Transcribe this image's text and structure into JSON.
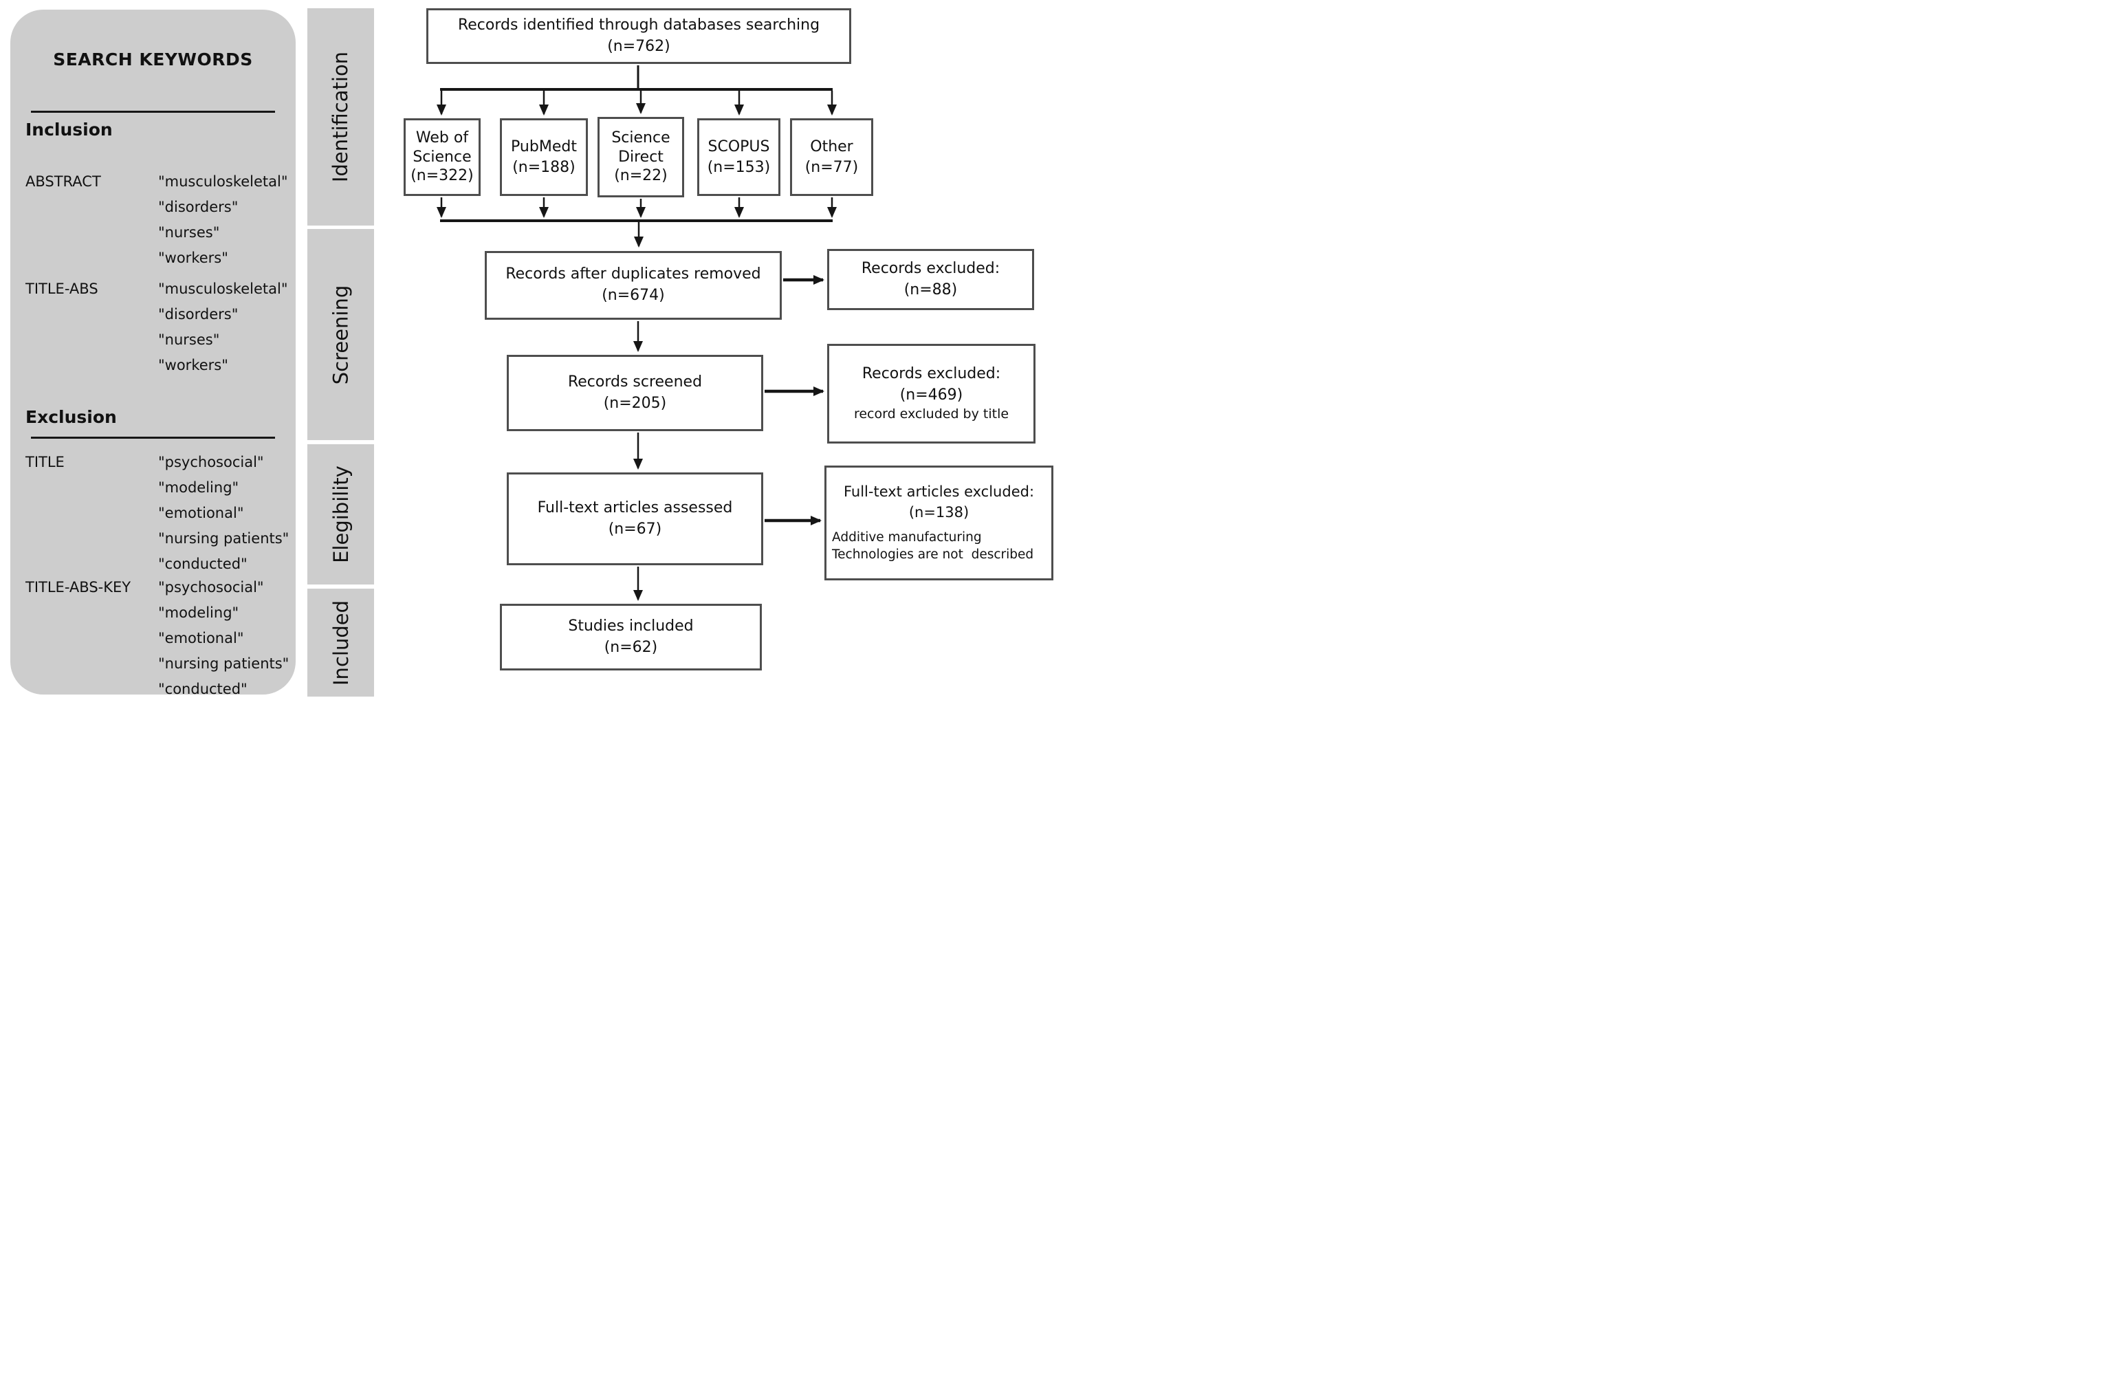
{
  "left_panel": {
    "title": "SEARCH KEYWORDS",
    "inclusion": {
      "heading": "Inclusion",
      "rows": [
        {
          "field": "ABSTRACT",
          "terms": [
            "\"musculoskeletal\"",
            "\"disorders\"",
            "\"nurses\"",
            "\"workers\""
          ]
        },
        {
          "field": "TITLE-ABS",
          "terms": [
            "\"musculoskeletal\"",
            "\"disorders\"",
            "\"nurses\"",
            "\"workers\""
          ]
        }
      ]
    },
    "exclusion": {
      "heading": "Exclusion",
      "rows": [
        {
          "field": "TITLE",
          "terms": [
            "\"psychosocial\"",
            "\"modeling\"",
            "\"emotional\"",
            "\"nursing patients\"",
            "\"conducted\""
          ]
        },
        {
          "field": "TITLE-ABS-KEY",
          "terms": [
            "\"psychosocial\"",
            "\"modeling\"",
            "\"emotional\"",
            "\"nursing patients\"",
            "\"conducted\""
          ]
        }
      ]
    }
  },
  "stages": [
    {
      "label": "Identification"
    },
    {
      "label": "Screening"
    },
    {
      "label": "Elegibility"
    },
    {
      "label": "Included"
    }
  ],
  "flow": {
    "top_box": {
      "line1": "Records identified through databases searching",
      "line2": "(n=762)"
    },
    "databases": [
      {
        "lines": [
          "Web of",
          "Science",
          "(n=322)"
        ]
      },
      {
        "lines": [
          "PubMedt",
          "(n=188)"
        ]
      },
      {
        "lines": [
          "Science",
          "Direct",
          "(n=22)"
        ]
      },
      {
        "lines": [
          "SCOPUS",
          "(n=153)"
        ]
      },
      {
        "lines": [
          "Other",
          "(n=77)"
        ]
      }
    ],
    "duplicates_box": {
      "line1": "Records after duplicates removed",
      "line2": "(n=674)"
    },
    "excluded_1": {
      "line1": "Records excluded:",
      "line2": "(n=88)"
    },
    "screened_box": {
      "line1": "Records screened",
      "line2": "(n=205)"
    },
    "excluded_2": {
      "line1": "Records excluded:",
      "line2": "(n=469)",
      "line3": "record excluded by title"
    },
    "fulltext_box": {
      "line1": "Full-text articles assessed",
      "line2": "(n=67)"
    },
    "excluded_3": {
      "line1": "Full-text articles excluded:",
      "line2": "(n=138)",
      "line3": "Additive manufacturing",
      "line4": "Technologies are not  described"
    },
    "included_box": {
      "line1": "Studies included",
      "line2": "(n=62)"
    }
  },
  "colors": {
    "panel_gray": "#cdcdcd",
    "box_border": "#4e4e4e",
    "line_black": "#161616",
    "text": "#111111"
  }
}
